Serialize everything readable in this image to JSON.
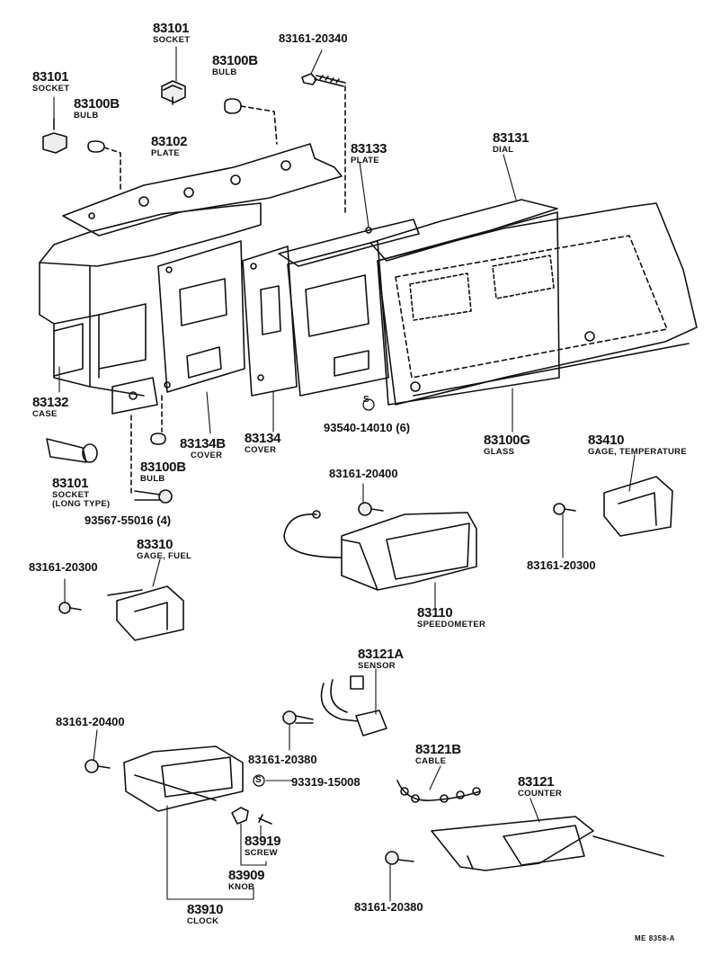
{
  "parts": {
    "socket_top": {
      "number": "83101",
      "name": "SOCKET"
    },
    "socket_left": {
      "number": "83101",
      "name": "SOCKET"
    },
    "bulb_top": {
      "number": "83100B",
      "name": "BULB"
    },
    "bulb_left": {
      "number": "83100B",
      "name": "BULB"
    },
    "screw_top": {
      "number": "83161-20340"
    },
    "plate_main": {
      "number": "83102",
      "name": "PLATE"
    },
    "plate_133": {
      "number": "83133",
      "name": "PLATE"
    },
    "dial": {
      "number": "83131",
      "name": "DIAL"
    },
    "case": {
      "number": "83132",
      "name": "CASE"
    },
    "cover_b": {
      "number": "83134B",
      "name": "COVER"
    },
    "cover": {
      "number": "83134",
      "name": "COVER"
    },
    "nut_s": {
      "number": "93540-14010 (6)",
      "symbol": "S"
    },
    "glass": {
      "number": "83100G",
      "name": "GLASS"
    },
    "gage_temp": {
      "number": "83410",
      "name": "GAGE, TEMPERATURE"
    },
    "socket_long": {
      "number": "83101",
      "name": "SOCKET",
      "name2": "(LONG TYPE)"
    },
    "bulb_bottom": {
      "number": "83100B",
      "name": "BULB"
    },
    "screw_93567": {
      "number": "93567-55016 (4)"
    },
    "screw_20400a": {
      "number": "83161-20400"
    },
    "screw_20300b": {
      "number": "83161-20300"
    },
    "gage_fuel": {
      "number": "83310",
      "name": "GAGE, FUEL"
    },
    "screw_20300a": {
      "number": "83161-20300"
    },
    "speedometer": {
      "number": "83110",
      "name": "SPEEDOMETER"
    },
    "sensor": {
      "number": "83121A",
      "name": "SENSOR"
    },
    "screw_20400b": {
      "number": "83161-20400"
    },
    "screw_20380a": {
      "number": "83161-20380"
    },
    "washer_s": {
      "number": "93319-15008",
      "symbol": "S"
    },
    "cable": {
      "number": "83121B",
      "name": "CABLE"
    },
    "counter": {
      "number": "83121",
      "name": "COUNTER"
    },
    "screw_83919": {
      "number": "83919",
      "name": "SCREW"
    },
    "knob": {
      "number": "83909",
      "name": "KNOB"
    },
    "clock": {
      "number": "83910",
      "name": "CLOCK"
    },
    "screw_20380b": {
      "number": "83161-20380"
    }
  },
  "drawing_code": "ME 8358-A"
}
